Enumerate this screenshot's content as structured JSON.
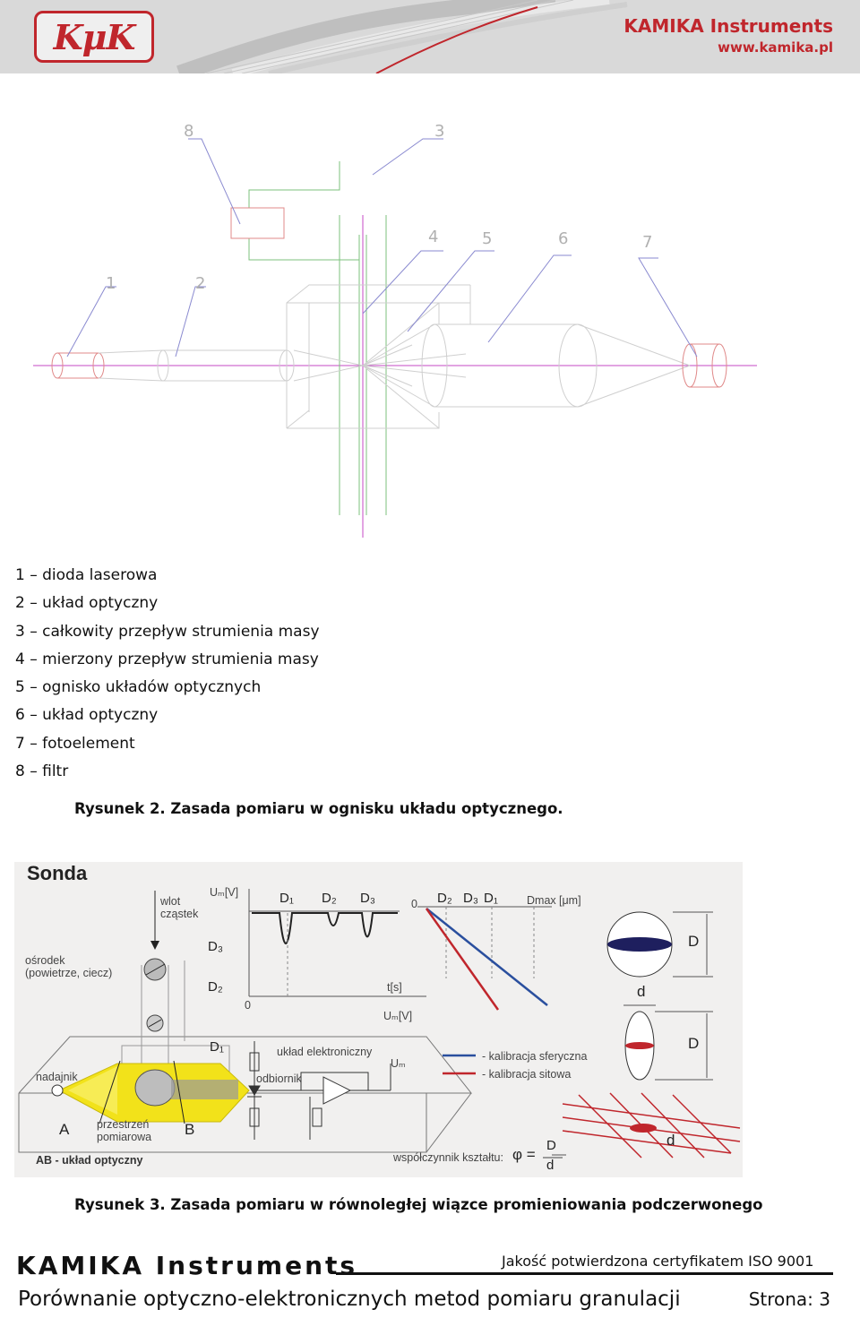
{
  "header": {
    "logo_text": "KμK",
    "brand_name": "KAMIKA Instruments",
    "brand_url": "www.kamika.pl"
  },
  "figure1": {
    "callouts": [
      "1",
      "2",
      "3",
      "4",
      "5",
      "6",
      "7",
      "8"
    ]
  },
  "legend": [
    "1 – dioda laserowa",
    "2 – układ optyczny",
    "3 – całkowity przepływ strumienia masy",
    "4 – mierzony przepływ strumienia masy",
    "5 – ognisko układów optycznych",
    "6 – układ optyczny",
    "7 – fotoelement",
    "8 – filtr"
  ],
  "caption2": "Rysunek 2. Zasada pomiaru w ognisku układu optycznego.",
  "figure3": {
    "title": "Sonda",
    "inlet": "wlot\ncząstek",
    "medium": "ośrodek\n(powietrze, ciecz)",
    "transmitter": "nadajnik",
    "receiver": "odbiornik",
    "electronics": "układ elektroniczny",
    "meas_space": "przestrzeń\npomiarowa",
    "point_a": "A",
    "point_b": "B",
    "optics": "AB - układ optyczny",
    "d1": "D₁",
    "d2": "D₂",
    "d3": "D₃",
    "um_axis": "Uₘ[V]",
    "t_axis": "t[s]",
    "zero": "0",
    "um_out": "Uₘ",
    "dmax": "Dmax",
    "micron": "[μm]",
    "legend_spherical": "- kalibracja sferyczna",
    "legend_sieve": "- kalibracja sitowa",
    "shape_factor": "współczynnik kształtu:",
    "phi": "φ =",
    "big_d": "D",
    "small_d": "d",
    "colors": {
      "spherical": "#2a4f9e",
      "sieve": "#c0262c",
      "beam": "#f2e21a"
    }
  },
  "caption3": "Rysunek 3. Zasada pomiaru w równoległej wiązce promieniowania podczerwonego",
  "footer": {
    "brand": "KAMIKA Instruments",
    "certification": "Jakość potwierdzona certyfikatem ISO 9001",
    "title": "Porównanie optyczno-elektronicznych metod pomiaru granulacji",
    "page": "Strona: 3"
  }
}
